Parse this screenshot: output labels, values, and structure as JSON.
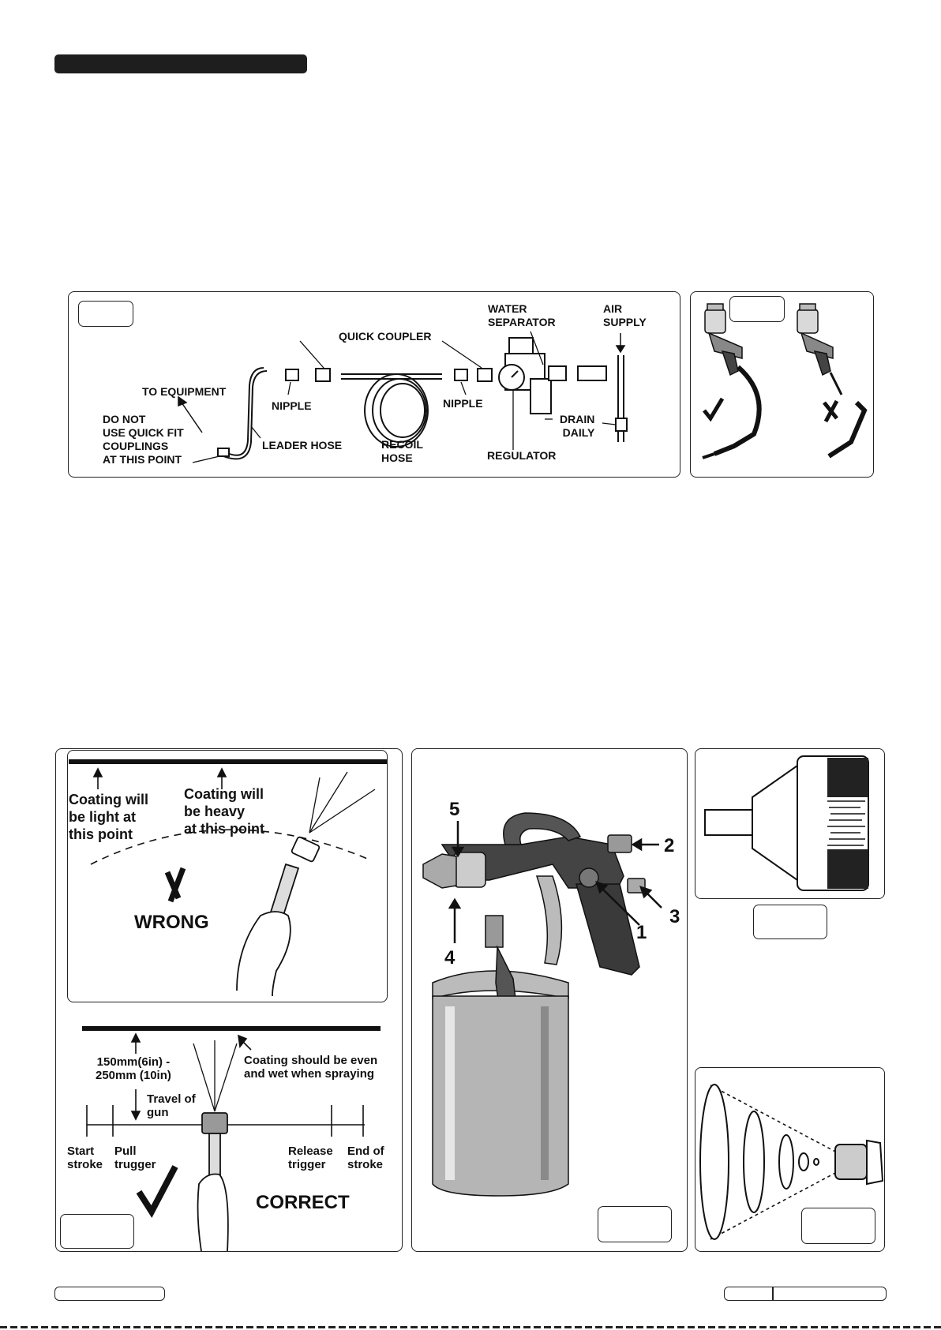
{
  "fig1": {
    "labels": {
      "water_separator": "WATER\nSEPARATOR",
      "air_supply": "AIR\nSUPPLY",
      "quick_coupler": "QUICK COUPLER",
      "to_equipment": "TO EQUIPMENT",
      "do_not": "DO NOT\nUSE QUICK FIT\nCOUPLINGS\nAT THIS POINT",
      "nipple_left": "NIPPLE",
      "nipple_right": "NIPPLE",
      "leader_hose": "LEADER HOSE",
      "recoil_hose": "RECOIL\nHOSE",
      "drain_daily": "DRAIN\nDAILY",
      "regulator": "REGULATOR"
    }
  },
  "fig_wrong": {
    "coating_light": "Coating will\nbe light at\nthis point",
    "coating_heavy": "Coating will\nbe heavy\nat this point",
    "wrong": "WRONG"
  },
  "fig_correct": {
    "distance": "150mm(6in) -\n250mm (10in)",
    "coating_even": "Coating should be even\nand wet when spraying",
    "travel": "Travel of\ngun",
    "start_stroke": "Start\nstroke",
    "pull_trigger": "Pull\ntrugger",
    "release_trigger": "Release\ntrigger",
    "end_stroke": "End of\nstroke",
    "correct": "CORRECT"
  },
  "fig_gun": {
    "callouts": [
      "1",
      "2",
      "3",
      "4",
      "5"
    ]
  }
}
